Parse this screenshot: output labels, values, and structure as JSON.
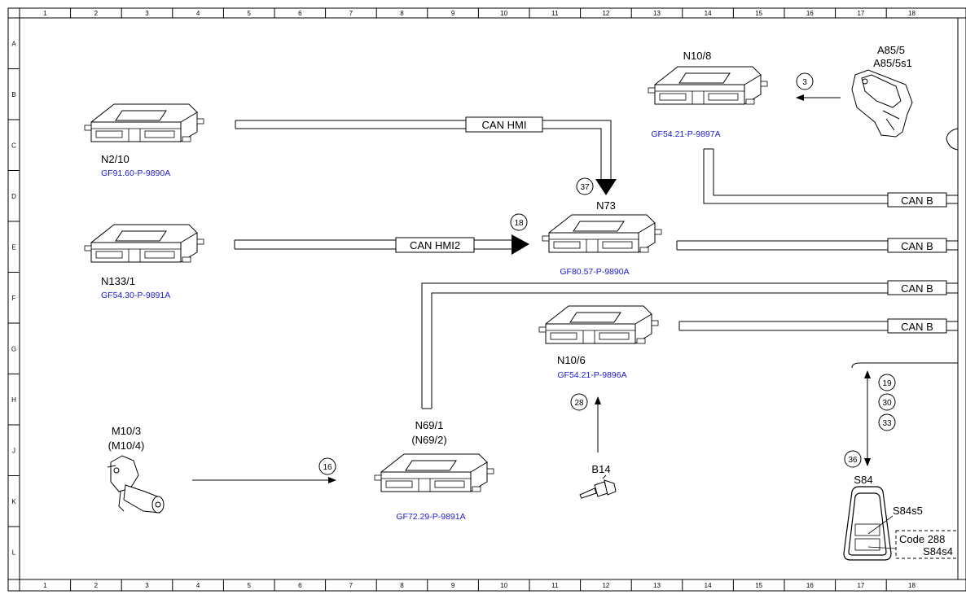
{
  "ruler": {
    "columns": [
      "1",
      "2",
      "3",
      "4",
      "5",
      "6",
      "7",
      "8",
      "9",
      "10",
      "11",
      "12",
      "13",
      "14",
      "15",
      "16",
      "17",
      "18"
    ],
    "rows": [
      "A",
      "B",
      "C",
      "D",
      "E",
      "F",
      "G",
      "H",
      "J",
      "K",
      "L"
    ]
  },
  "components": {
    "n2_10": {
      "label": "N2/10",
      "ref": "GF91.60-P-9890A"
    },
    "n133_1": {
      "label": "N133/1",
      "ref": "GF54.30-P-9891A"
    },
    "n10_8": {
      "label": "N10/8",
      "ref": "GF54.21-P-9897A"
    },
    "n73": {
      "label": "N73",
      "ref": "GF80.57-P-9890A"
    },
    "n10_6": {
      "label": "N10/6",
      "ref": "GF54.21-P-9896A"
    },
    "n69_1": {
      "label": "N69/1",
      "label2": "(N69/2)",
      "ref": "GF72.29-P-9891A"
    },
    "m10_3": {
      "label": "M10/3",
      "label2": "(M10/4)"
    },
    "a85_5": {
      "label": "A85/5",
      "label2": "A85/5s1"
    },
    "b14": {
      "label": "B14"
    },
    "s84": {
      "label": "S84",
      "sub": "S84s5"
    },
    "code288": {
      "line1": "Code 288",
      "line2": "S84s4"
    }
  },
  "buses": {
    "can_hmi": "CAN HMI",
    "can_hmi2": "CAN HMI2",
    "can_b_1": "CAN B",
    "can_b_2": "CAN B",
    "can_b_3": "CAN B",
    "can_b_4": "CAN B"
  },
  "callouts": {
    "c3": "3",
    "c37": "37",
    "c18": "18",
    "c16": "16",
    "c28": "28",
    "c19": "19",
    "c30": "30",
    "c33": "33",
    "c36": "36"
  }
}
